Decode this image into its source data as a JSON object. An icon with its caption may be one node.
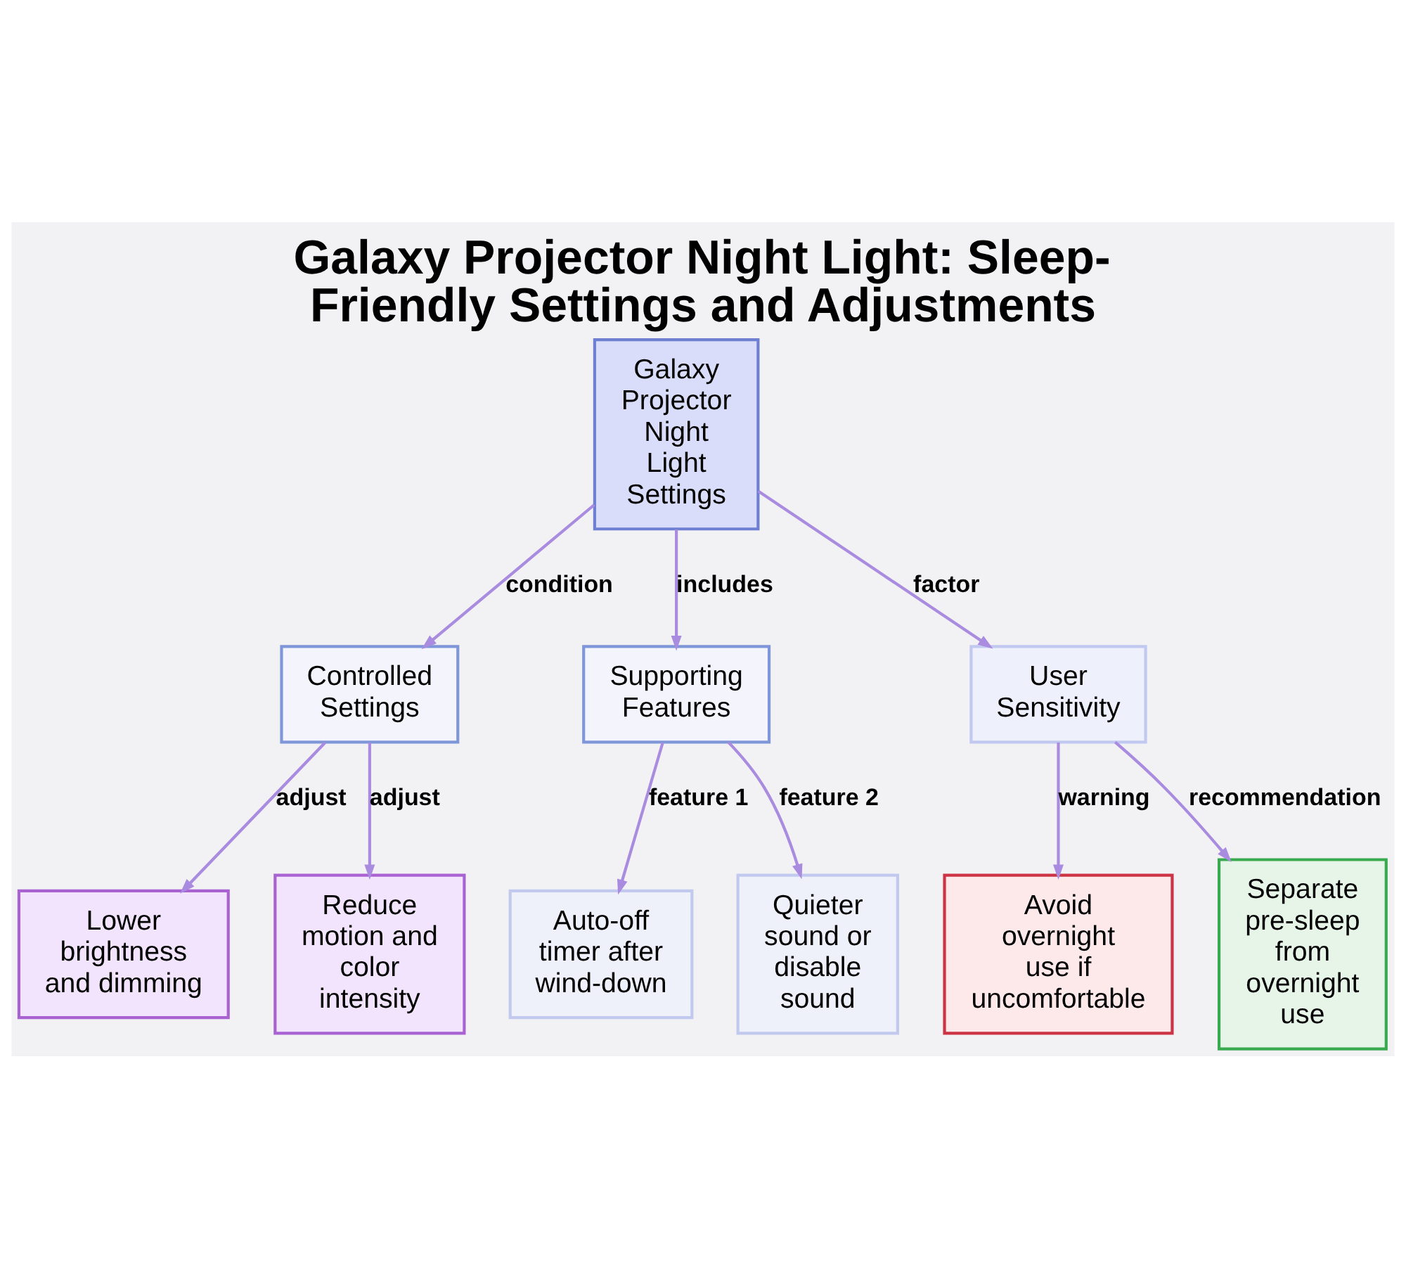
{
  "diagram": {
    "title": "Galaxy Projector Night Light: Sleep-Friendly Settings and Adjustments",
    "nodes": [
      {
        "text": [
          "Galaxy Projector Night Light Settings"
        ]
      },
      {
        "text": [
          "Controlled Settings"
        ]
      },
      {
        "text": [
          "Supporting Features"
        ]
      },
      {
        "text": [
          "User Sensitivity"
        ]
      },
      {
        "text": [
          "Lower brightness and dimming"
        ]
      },
      {
        "text": [
          "Reduce motion and color intensity"
        ]
      },
      {
        "text": [
          "Auto-off timer after wind-down"
        ]
      },
      {
        "text": [
          "Quieter sound or disable sound"
        ]
      },
      {
        "text": [
          "Avoid overnight use if uncomfortable"
        ]
      },
      {
        "text": [
          "Separate pre-sleep from overnight use"
        ]
      }
    ],
    "edges": [
      {
        "from": 0,
        "to": 1,
        "arrow": "to",
        "label": "condition"
      },
      {
        "from": 0,
        "to": 2,
        "arrow": "to",
        "label": "includes"
      },
      {
        "from": 0,
        "to": 3,
        "arrow": "to",
        "label": "factor"
      },
      {
        "from": 1,
        "to": 4,
        "arrow": "to",
        "label": "adjust"
      },
      {
        "from": 1,
        "to": 5,
        "arrow": "to",
        "label": "adjust"
      },
      {
        "from": 2,
        "to": 6,
        "arrow": "to",
        "label": "feature 1"
      },
      {
        "from": 2,
        "to": 7,
        "arrow": "to",
        "label": "feature 2"
      },
      {
        "from": 3,
        "to": 8,
        "arrow": "to",
        "label": "warning"
      },
      {
        "from": 3,
        "to": 9,
        "arrow": "to",
        "label": "recommendation"
      }
    ]
  }
}
